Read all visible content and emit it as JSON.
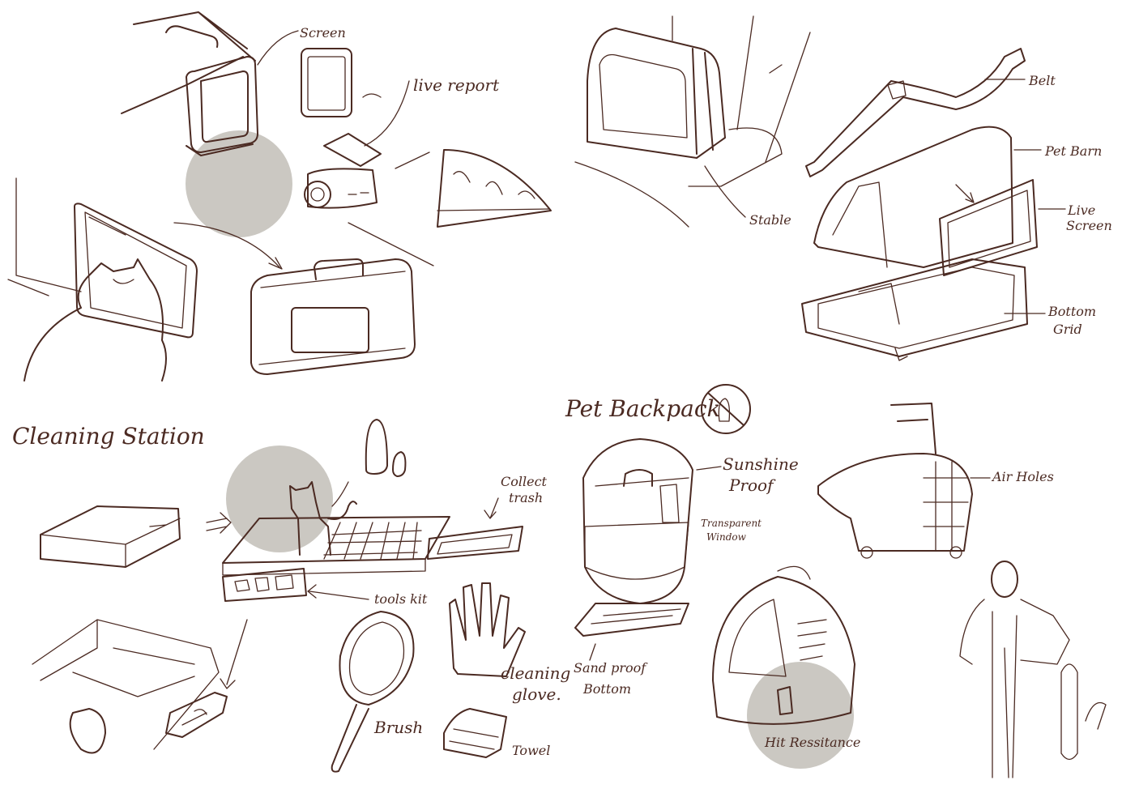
{
  "colors": {
    "ink": "#4b2a22",
    "highlight": "#cbc8c2",
    "paper": "#ffffff"
  },
  "labels": {
    "screen": "Screen",
    "live_report": "live report",
    "belt": "Belt",
    "pet_barn": "Pet Barn",
    "stable": "Stable",
    "live_screen_1": "Live",
    "live_screen_2": "Screen",
    "bottom_grid_1": "Bottom",
    "bottom_grid_2": "Grid",
    "cleaning_station": "Cleaning Station",
    "collect_trash_1": "Collect",
    "collect_trash_2": "trash",
    "tools_kit": "tools kit",
    "brush": "Brush",
    "cleaning_glove_1": "cleaning",
    "cleaning_glove_2": "glove.",
    "towel": "Towel",
    "pet_backpack": "Pet Backpack",
    "sunshine_proof_1": "Sunshine",
    "sunshine_proof_2": "Proof",
    "transparent_window_1": "Transparent",
    "transparent_window_2": "Window",
    "sand_proof_bottom_1": "Sand proof",
    "sand_proof_bottom_2": "Bottom",
    "air_holes": "Air Holes",
    "hit_resistance": "Hit Ressitance"
  }
}
